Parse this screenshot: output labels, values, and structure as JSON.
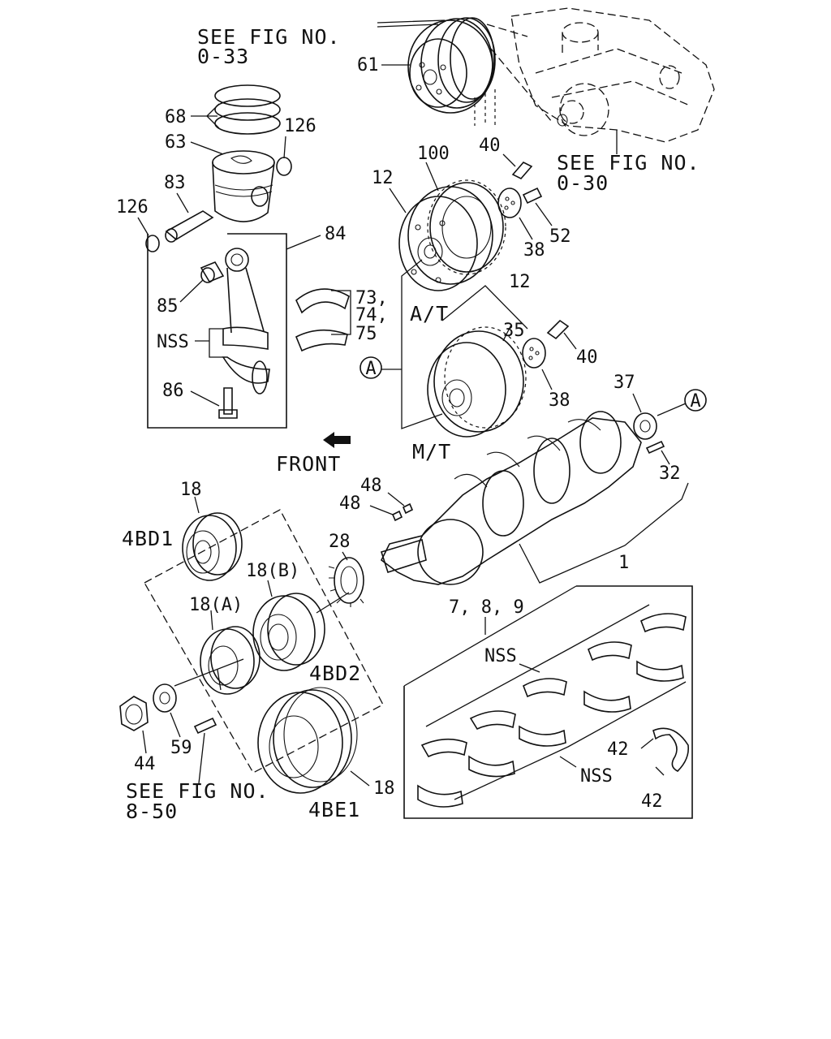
{
  "references": {
    "see_fig_pulley_l1": "SEE FIG NO.",
    "see_fig_pulley_l2": "0-33",
    "see_fig_pump_l1": "SEE FIG NO.",
    "see_fig_pump_l2": "0-30",
    "see_fig_bolt_l1": "SEE FIG NO.",
    "see_fig_bolt_l2": "8-50"
  },
  "front_label": "FRONT",
  "variants": {
    "at": "A/T",
    "mt": "M/T",
    "bd1": "4BD1",
    "bd2": "4BD2",
    "be1": "4BE1"
  },
  "callouts": {
    "c61": "61",
    "c68": "68",
    "c63": "63",
    "c126a": "126",
    "c83": "83",
    "c126b": "126",
    "c84": "84",
    "c85": "85",
    "c73": "73,",
    "c74": "74,",
    "c75": "75",
    "c_nss_rod": "NSS",
    "c86": "86",
    "c40a": "40",
    "c100": "100",
    "c12a": "12",
    "c52": "52",
    "c38a": "38",
    "c12b": "12",
    "c35": "35",
    "c40b": "40",
    "c38b": "38",
    "c37": "37",
    "c32": "32",
    "c48a": "48",
    "c48b": "48",
    "c28": "28",
    "c1": "1",
    "c18top": "18",
    "c18b": "18(B)",
    "c18a": "18(A)",
    "c789": "7, 8, 9",
    "c_nss_upper": "NSS",
    "c_nss_lower": "NSS",
    "c42a": "42",
    "c42b": "42",
    "c44": "44",
    "c59": "59",
    "c18bot": "18"
  },
  "markers": {
    "circle_a_left": "A",
    "circle_a_right": "A"
  }
}
